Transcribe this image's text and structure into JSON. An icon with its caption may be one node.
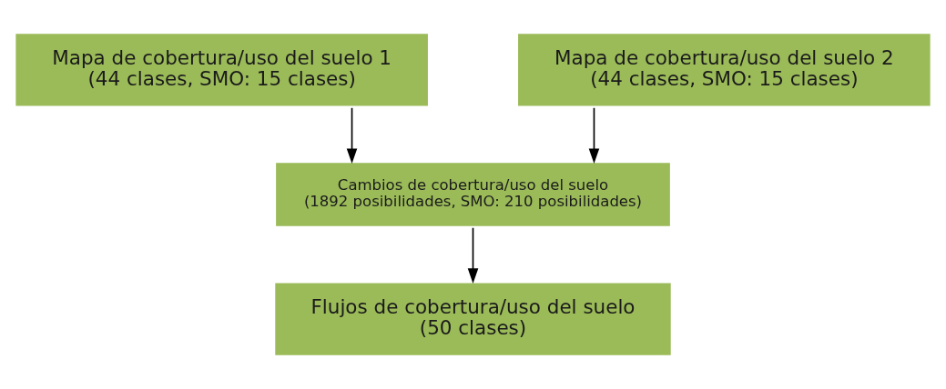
{
  "diagram": {
    "nodes": [
      {
        "text": [
          "Mapa de cobertura/uso del suelo 1",
          "(44 clases, SMO: 15 clases)"
        ]
      },
      {
        "text": [
          "Mapa de cobertura/uso del suelo 2",
          "(44 clases, SMO: 15 clases)"
        ]
      },
      {
        "text": [
          "Cambios de cobertura/uso del suelo",
          "(1892 posibilidades, SMO: 210 posibilidades)"
        ]
      },
      {
        "text": [
          "Flujos de cobertura/uso del suelo",
          "(50 clases)"
        ]
      }
    ],
    "edges": [
      {
        "from": 0,
        "to": 2,
        "arrow": "to"
      },
      {
        "from": 1,
        "to": 2,
        "arrow": "to"
      },
      {
        "from": 2,
        "to": 3,
        "arrow": "to"
      }
    ]
  }
}
